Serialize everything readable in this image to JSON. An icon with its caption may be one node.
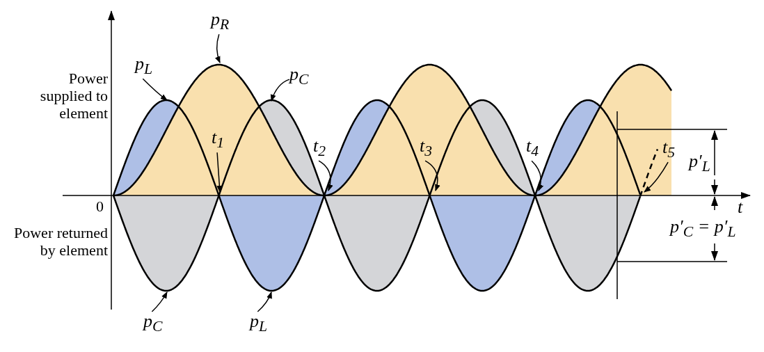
{
  "diagram": {
    "nodes": [
      {
        "text": [
          "p$_{R}$"
        ]
      },
      {
        "text": [
          "p$_{L}$"
        ]
      },
      {
        "text": [
          "p$_{C}$"
        ]
      },
      {
        "text": [
          "t$_{1}$"
        ]
      },
      {
        "text": [
          "t$_{2}$"
        ]
      },
      {
        "text": [
          "t$_{3}$"
        ]
      },
      {
        "text": [
          "t$_{4}$"
        ]
      },
      {
        "text": [
          "t$_{5}$"
        ]
      },
      {
        "text": [
          "p$_{C}$"
        ]
      },
      {
        "text": [
          "p$_{L}$"
        ]
      }
    ],
    "edges": [
      {
        "from": 0,
        "to": null,
        "arrow": "to"
      },
      {
        "from": 1,
        "to": null,
        "arrow": "to"
      },
      {
        "from": 2,
        "to": null,
        "arrow": "to"
      },
      {
        "from": 3,
        "to": null,
        "arrow": "to"
      },
      {
        "from": 4,
        "to": null,
        "arrow": "to"
      },
      {
        "from": 5,
        "to": null,
        "arrow": "to"
      },
      {
        "from": 6,
        "to": null,
        "arrow": "to"
      },
      {
        "from": 7,
        "to": null,
        "arrow": "to"
      },
      {
        "from": 8,
        "to": null,
        "arrow": "to"
      },
      {
        "from": 9,
        "to": null,
        "arrow": "to"
      }
    ],
    "labels": [
      "Power supplied to element",
      "0",
      "Power returned by element",
      "t",
      "p′$_{L}$",
      "p′$_{C}$ = p′$_{L}$"
    ]
  }
}
